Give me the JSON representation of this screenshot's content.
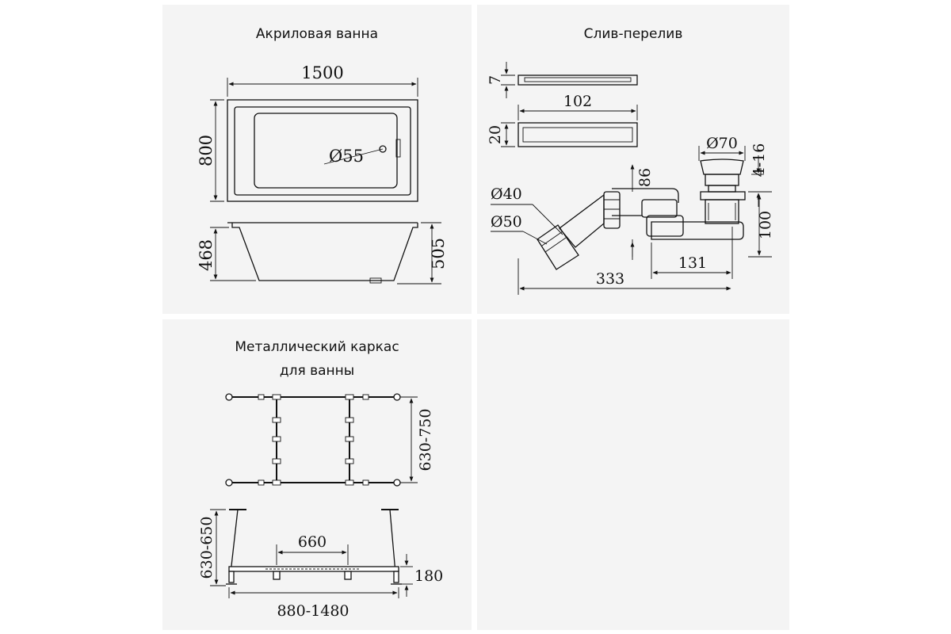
{
  "panels": {
    "bath": {
      "title": "Акриловая ванна",
      "dims": {
        "length": "1500",
        "width": "800",
        "drain": "Ø55",
        "inner_depth": "468",
        "outer_depth": "505"
      }
    },
    "drain": {
      "title": "Слив-перелив",
      "dims": {
        "cover_height": "7",
        "cover_width": "102",
        "cover_depth": "20",
        "cap_dia": "Ø70",
        "cap_range": "4-16",
        "pipe_height": "86",
        "dia_40": "Ø40",
        "dia_50": "Ø50",
        "body_height": "100",
        "offset": "131",
        "total": "333"
      }
    },
    "frame": {
      "title_line1": "Металлический каркас",
      "title_line2": "для ванны",
      "dims": {
        "width_range": "630-750",
        "height_range": "630-650",
        "leg_spacing": "660",
        "min_height": "180",
        "length_range": "880-1480"
      }
    }
  }
}
